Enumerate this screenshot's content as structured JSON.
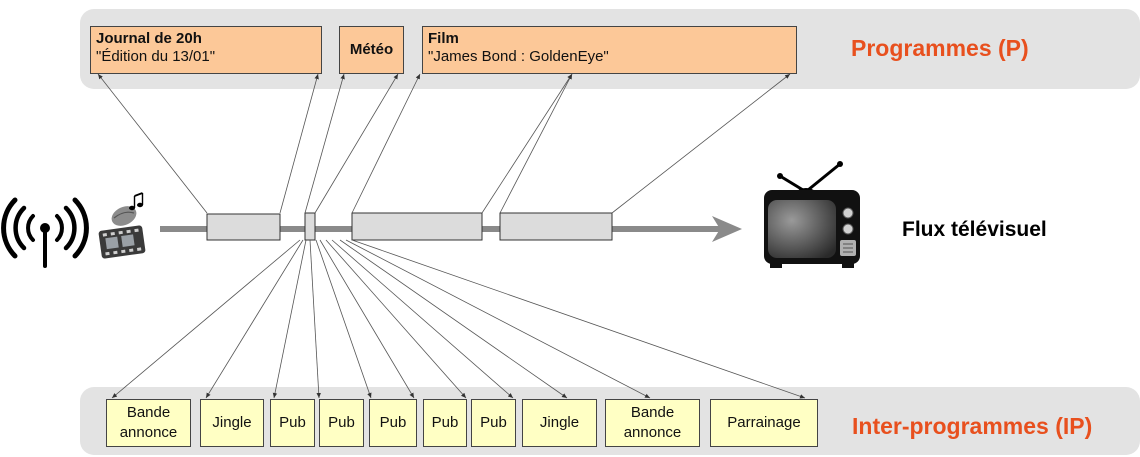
{
  "programmes": {
    "label": "Programmes (P)",
    "items": [
      {
        "title": "Journal de 20h",
        "subtitle": "\"Édition du 13/01\""
      },
      {
        "title": "Météo",
        "subtitle": ""
      },
      {
        "title": "Film",
        "subtitle": "\"James Bond : GoldenEye\""
      }
    ]
  },
  "inter_programmes": {
    "label": "Inter-programmes (IP)",
    "items": [
      "Bande\nannonce",
      "Jingle",
      "Pub",
      "Pub",
      "Pub",
      "Pub",
      "Pub",
      "Jingle",
      "Bande\nannonce",
      "Parrainage"
    ]
  },
  "flux": {
    "label": "Flux télévisuel"
  },
  "icons": {
    "broadcast": "radio-broadcast-icon",
    "media": "film-music-icon",
    "tv": "television-icon"
  },
  "colors": {
    "programme_box": "#fcc898",
    "ip_box": "#ffffc4",
    "band": "#e3e3e3",
    "label": "#e8501e",
    "stream": "#8a8a8a"
  }
}
